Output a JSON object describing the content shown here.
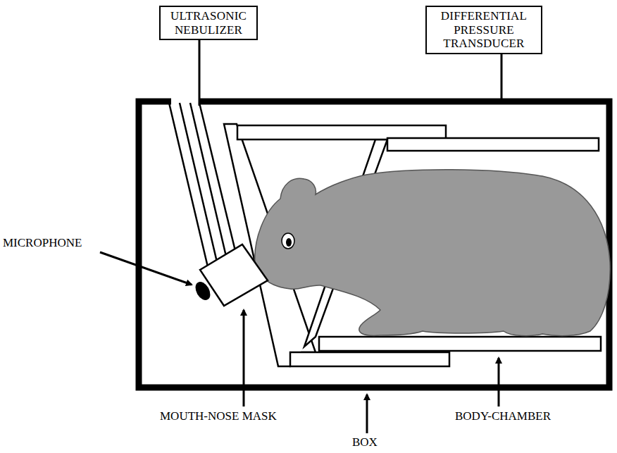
{
  "diagram": {
    "nodes": [
      {
        "text": [
          "ULTRASONIC NEBULIZER"
        ]
      },
      {
        "text": [
          "DIFFERENTIAL PRESSURE TRANSDUCER"
        ]
      }
    ],
    "labels": [
      "MICROPHONE",
      "MOUTH-NOSE MASK",
      "BOX",
      "BODY-CHAMBER"
    ]
  }
}
